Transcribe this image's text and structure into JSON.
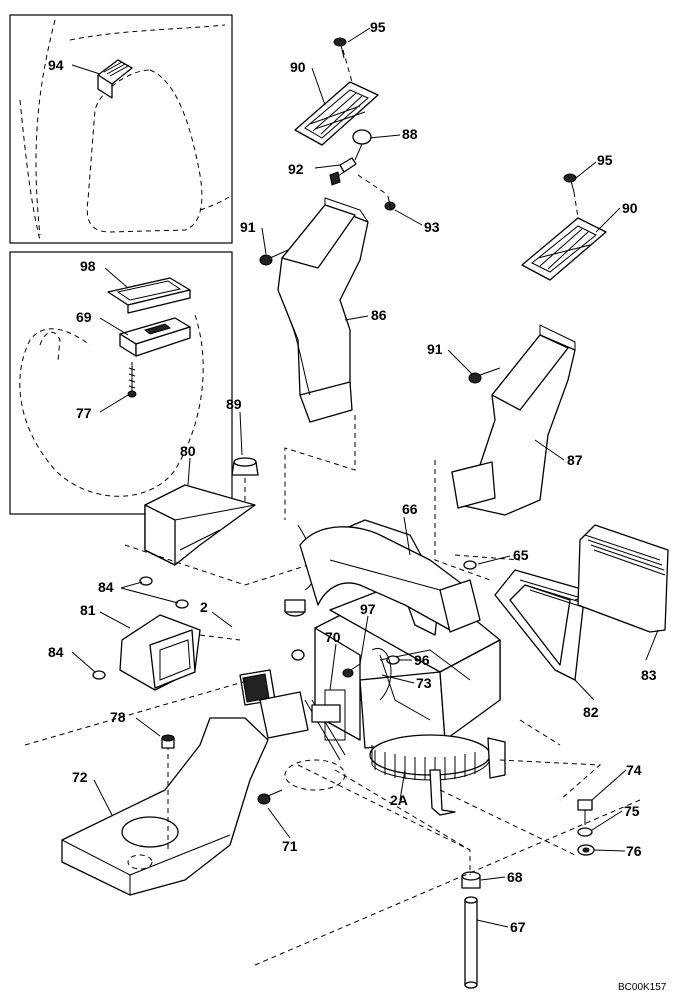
{
  "drawing_code": "BC00K157",
  "callouts": [
    {
      "id": "c95a",
      "text": "95"
    },
    {
      "id": "c90a",
      "text": "90"
    },
    {
      "id": "c88",
      "text": "88"
    },
    {
      "id": "c92",
      "text": "92"
    },
    {
      "id": "c93",
      "text": "93"
    },
    {
      "id": "c95b",
      "text": "95"
    },
    {
      "id": "c90b",
      "text": "90"
    },
    {
      "id": "c94",
      "text": "94"
    },
    {
      "id": "c98",
      "text": "98"
    },
    {
      "id": "c69",
      "text": "69"
    },
    {
      "id": "c77",
      "text": "77"
    },
    {
      "id": "c91a",
      "text": "91"
    },
    {
      "id": "c86",
      "text": "86"
    },
    {
      "id": "c91b",
      "text": "91"
    },
    {
      "id": "c87",
      "text": "87"
    },
    {
      "id": "c89",
      "text": "89"
    },
    {
      "id": "c80",
      "text": "80"
    },
    {
      "id": "c66",
      "text": "66"
    },
    {
      "id": "c65",
      "text": "65"
    },
    {
      "id": "c84a",
      "text": "84"
    },
    {
      "id": "c2",
      "text": "2"
    },
    {
      "id": "c97",
      "text": "97"
    },
    {
      "id": "c81",
      "text": "81"
    },
    {
      "id": "c70",
      "text": "70"
    },
    {
      "id": "c96",
      "text": "96"
    },
    {
      "id": "c84b",
      "text": "84"
    },
    {
      "id": "c73",
      "text": "73"
    },
    {
      "id": "c82",
      "text": "82"
    },
    {
      "id": "c83",
      "text": "83"
    },
    {
      "id": "c78",
      "text": "78"
    },
    {
      "id": "c72",
      "text": "72"
    },
    {
      "id": "c2a",
      "text": "2A"
    },
    {
      "id": "c74",
      "text": "74"
    },
    {
      "id": "c75",
      "text": "75"
    },
    {
      "id": "c71",
      "text": "71"
    },
    {
      "id": "c76",
      "text": "76"
    },
    {
      "id": "c68",
      "text": "68"
    },
    {
      "id": "c67",
      "text": "67"
    }
  ]
}
